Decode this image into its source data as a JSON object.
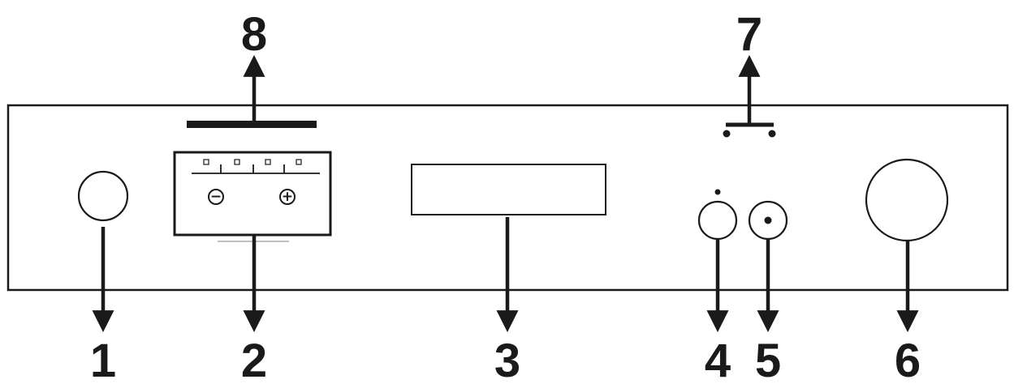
{
  "colors": {
    "ink": "#1a1a1a",
    "line_gray": "#9a9a9a",
    "background": "#ffffff"
  },
  "panel": {
    "callouts": [
      {
        "id": "1",
        "label": "1"
      },
      {
        "id": "2",
        "label": "2"
      },
      {
        "id": "3",
        "label": "3"
      },
      {
        "id": "4",
        "label": "4"
      },
      {
        "id": "5",
        "label": "5"
      },
      {
        "id": "6",
        "label": "6"
      },
      {
        "id": "7",
        "label": "7"
      },
      {
        "id": "8",
        "label": "8"
      }
    ],
    "control_unit": {
      "minus_sign": "−",
      "plus_sign": "+",
      "indicator_count": 4
    }
  }
}
